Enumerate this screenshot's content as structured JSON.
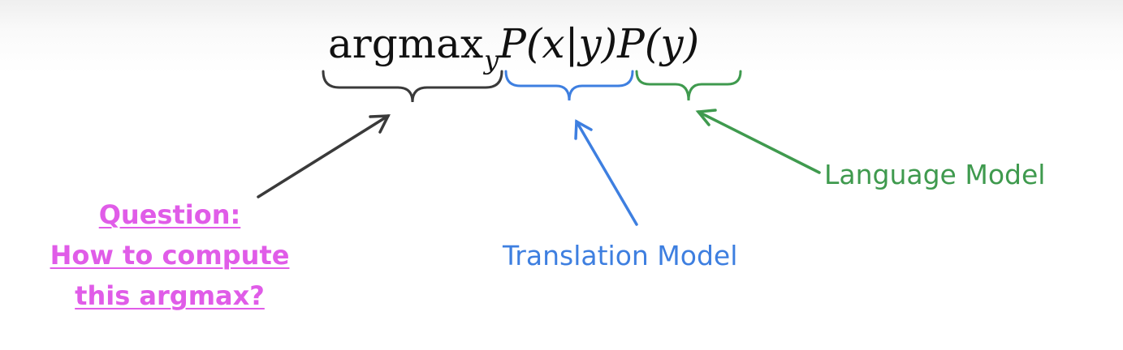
{
  "formula": {
    "argmax": "argmax",
    "argmax_sub": "y",
    "translation_term": "P(x|y)",
    "language_term": "P(y)"
  },
  "labels": {
    "language_model": "Language Model",
    "translation_model": "Translation Model"
  },
  "question": {
    "line1": "Question:",
    "line2": "How to compute",
    "line3": "this argmax?"
  },
  "colors": {
    "argmax_annotation": "#3a3a3a",
    "translation_model": "#3e7fe0",
    "language_model": "#3f9a4e",
    "question": "#e05ce8"
  }
}
